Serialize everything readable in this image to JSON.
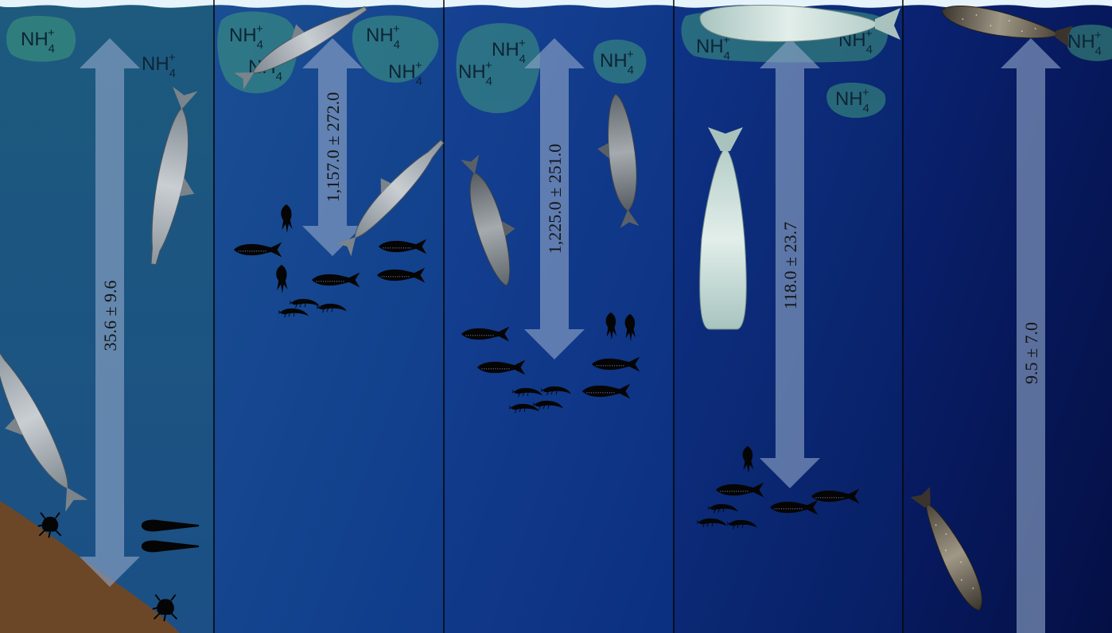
{
  "nh4_label": "NH",
  "nh4_sub": "4",
  "nh4_sup": "+",
  "panels": [
    {
      "depth_label": "35.6 ± 9.6"
    },
    {
      "depth_label": "1,157.0 ± 272.0"
    },
    {
      "depth_label": "1,225.0 ± 251.0"
    },
    {
      "depth_label": "118.0 ± 23.7"
    },
    {
      "depth_label": "9.5 ± 7.0"
    }
  ],
  "colors": {
    "panel_backgrounds": [
      "#1d5a7d",
      "#154a95",
      "#123c8c",
      "#0c2d7c",
      "#071c5e"
    ],
    "arrow": "#8fa6c8",
    "nh4_patch": "#3f9a7d",
    "surface": "#e6f3fb",
    "seafloor": "#6b4728",
    "prey_silhouette": "#050505"
  },
  "icons": [
    "dolphin-icon",
    "spinner-dolphin-icon",
    "pilot-whale-icon",
    "sperm-whale-icon",
    "beaked-whale-icon",
    "fish-icon",
    "squid-icon",
    "shrimp-icon",
    "crab-icon"
  ]
}
